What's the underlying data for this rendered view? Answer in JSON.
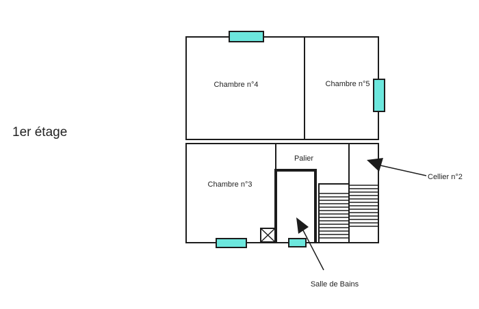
{
  "page": {
    "floor_title": "1er étage"
  },
  "rooms": {
    "chambre4": {
      "label": "Chambre n°4"
    },
    "chambre5": {
      "label": "Chambre n°5"
    },
    "chambre3": {
      "label": "Chambre n°3"
    },
    "palier": {
      "label": "Palier"
    }
  },
  "callouts": {
    "cellier": {
      "label": "Cellier n°2"
    },
    "salle_de_bains": {
      "label": "Salle de Bains"
    }
  },
  "symbols": {
    "window_icon": "cyan rectangle centered on wall",
    "stairs_icon": "hatched parallel step lines",
    "shaft_icon": "square with X cross"
  },
  "colors": {
    "background": "#ffffff",
    "wall": "#1c1c1c",
    "text": "#222222",
    "window_fill": "#6CE7DD"
  }
}
